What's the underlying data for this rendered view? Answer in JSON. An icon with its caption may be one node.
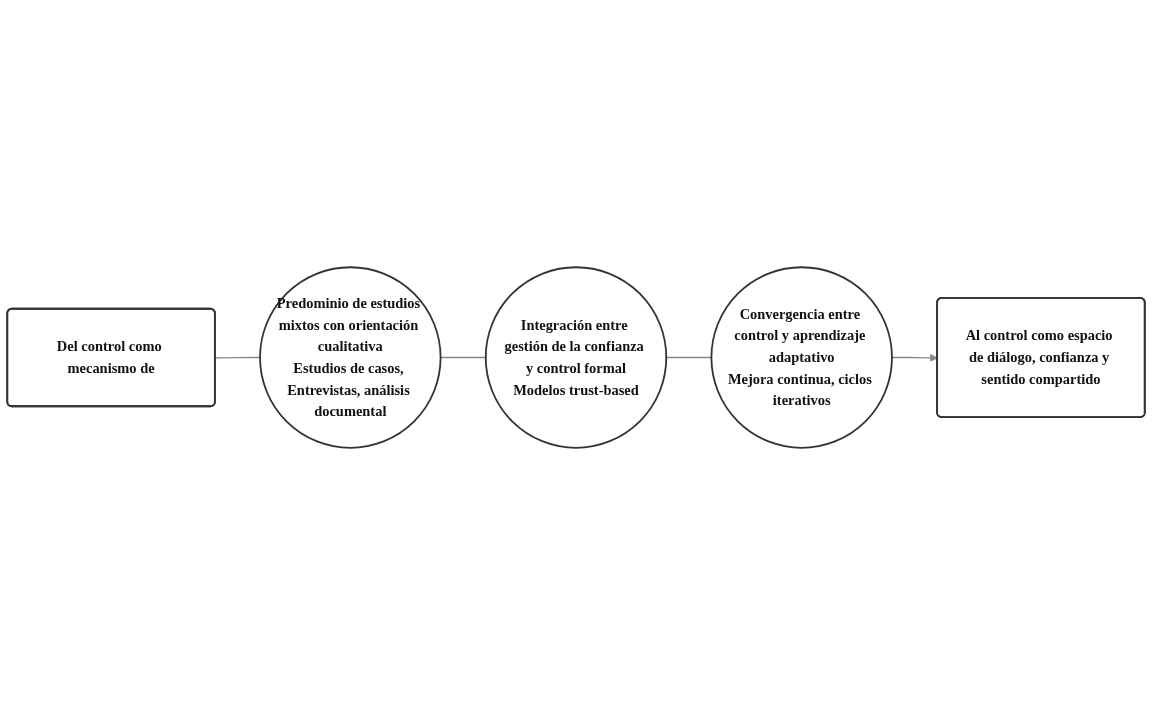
{
  "diagram": {
    "nodes": [
      {
        "text": [
          "Del control como mecanismo de"
        ]
      },
      {
        "text": [
          "Predominio de estudios mixtos con orientación cualitativa",
          "Estudios de casos, Entrevistas, análisis documental"
        ]
      },
      {
        "text": [
          "Integración entre gestión de la confianza y control formal",
          "Modelos trust-based"
        ]
      },
      {
        "text": [
          "Convergencia entre control y aprendizaje adaptativo",
          "Mejora continua, ciclos iterativos"
        ]
      },
      {
        "text": [
          "Al control como espacio de diálogo, confianza y sentido compartido"
        ]
      }
    ],
    "edges": [
      {
        "from": 0,
        "to": 1,
        "arrow": "none"
      },
      {
        "from": 1,
        "to": 2,
        "arrow": "none"
      },
      {
        "from": 2,
        "to": 3,
        "arrow": "none"
      },
      {
        "from": 3,
        "to": 4,
        "arrow": "to"
      }
    ]
  }
}
